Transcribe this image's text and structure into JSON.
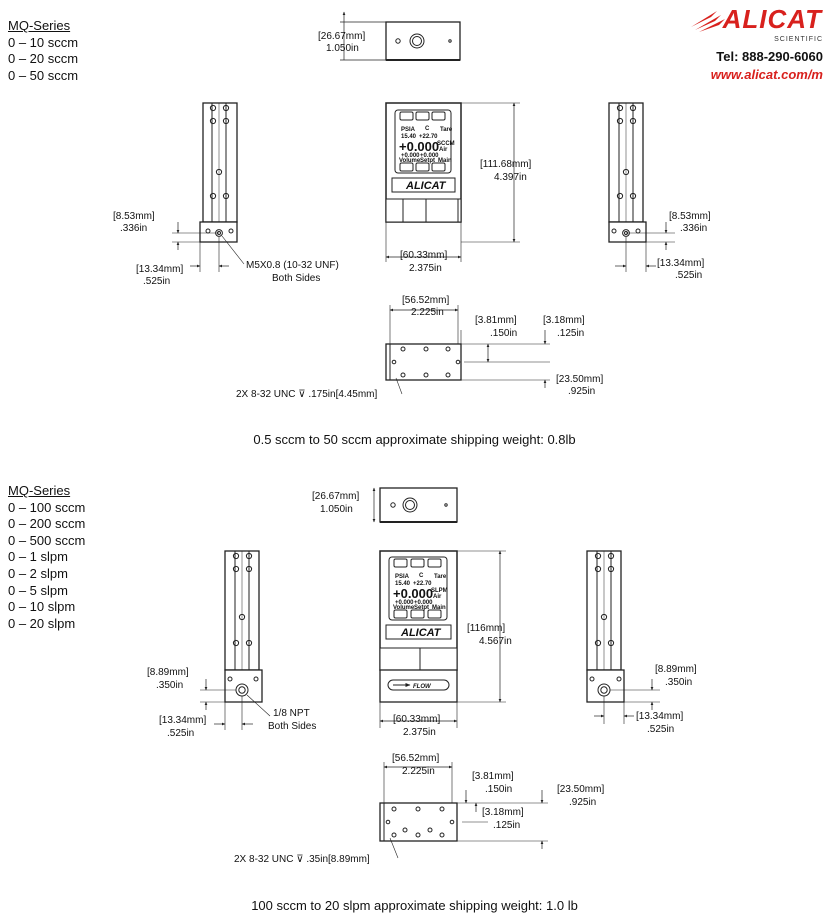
{
  "brand": {
    "logo": "ALICAT",
    "subtitle": "SCIENTIFIC",
    "phone": "Tel: 888-290-6060",
    "website": "www.alicat.com/m"
  },
  "colors": {
    "brand_red": "#d8211d",
    "line": "#222222",
    "device_body": "#ffffff"
  },
  "section1": {
    "title": "MQ-Series",
    "ranges": [
      "0 – 10 sccm",
      "0 – 20 sccm",
      "0 – 50 sccm"
    ],
    "top_depth": [
      "[26.67mm]",
      "1.050in"
    ],
    "height": [
      "[111.68mm]",
      "4.397in"
    ],
    "width": [
      "[60.33mm]",
      "2.375in"
    ],
    "left_port_height": [
      "[8.53mm]",
      ".336in"
    ],
    "left_port_offset": [
      "[13.34mm]",
      ".525in"
    ],
    "thread_note": [
      "M5X0.8  (10-32 UNF)",
      "Both Sides"
    ],
    "right_port_height": [
      "[8.53mm]",
      ".336in"
    ],
    "right_port_offset": [
      "[13.34mm]",
      ".525in"
    ],
    "bottom_hole_spacing": [
      "[56.52mm]",
      "2.225in"
    ],
    "bottom_hole_offset": [
      "[3.81mm]",
      ".150in"
    ],
    "bottom_edge_offset": [
      "[3.18mm]",
      ".125in"
    ],
    "bottom_depth": [
      "[23.50mm]",
      ".925in"
    ],
    "mount_note": "2X 8-32 UNC  ⊽ .175in[4.45mm]",
    "shipping_weight": "0.5 sccm to 50 sccm approximate shipping weight: 0.8lb"
  },
  "section2": {
    "title": "MQ-Series",
    "ranges": [
      "0 – 100 sccm",
      "0 – 200 sccm",
      "0 – 500 sccm",
      "0 – 1 slpm",
      "0 – 2 slpm",
      "0 – 5 slpm",
      "0 – 10 slpm",
      "0 – 20 slpm"
    ],
    "top_depth": [
      "[26.67mm]",
      "1.050in"
    ],
    "height": [
      "[116mm]",
      "4.567in"
    ],
    "width": [
      "[60.33mm]",
      "2.375in"
    ],
    "left_port_height": [
      "[8.89mm]",
      ".350in"
    ],
    "left_port_offset": [
      "[13.34mm]",
      ".525in"
    ],
    "thread_note": [
      "1/8 NPT",
      "Both Sides"
    ],
    "right_port_height": [
      "[8.89mm]",
      ".350in"
    ],
    "right_port_offset": [
      "[13.34mm]",
      ".525in"
    ],
    "bottom_hole_spacing": [
      "[56.52mm]",
      "2.225in"
    ],
    "bottom_hole_offset": [
      "[3.81mm]",
      ".150in"
    ],
    "bottom_edge_offset": [
      "[3.18mm]",
      ".125in"
    ],
    "bottom_depth": [
      "[23.50mm]",
      ".925in"
    ],
    "mount_note": "2X 8-32 UNC  ⊽ .35in[8.89mm]",
    "flow_label": "FLOW",
    "shipping_weight": "100 sccm to 20 slpm approximate shipping weight: 1.0 lb"
  },
  "screen": {
    "line1": [
      "PSIA",
      "C",
      "Tare"
    ],
    "line1_values": [
      "15.40",
      "+22.70"
    ],
    "reading": "+0.000",
    "units_s1": [
      "SCCM",
      "Air"
    ],
    "units_s2": [
      "SLPM",
      "Air"
    ],
    "line3": [
      "+0.000",
      "+0.000"
    ],
    "line3_labels": [
      "Volume",
      "Setpt",
      "Main"
    ],
    "logo": "ALICAT"
  }
}
